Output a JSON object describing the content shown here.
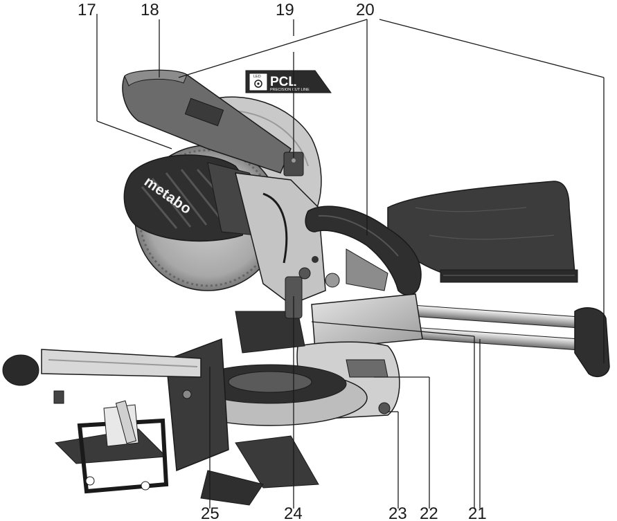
{
  "callouts": {
    "c17": "17",
    "c18": "18",
    "c19": "19",
    "c20": "20",
    "c21": "21",
    "c22": "22",
    "c23": "23",
    "c24": "24",
    "c25": "25"
  },
  "pcl_badge": {
    "led": "LED",
    "title": "PCL",
    "subtitle": "PRECISION CUT LINE"
  },
  "brand_logo": "metabo",
  "colors": {
    "outline": "#1a1a1a",
    "dark_plastic": "#3a3a3a",
    "mid_gray": "#8c8c8c",
    "light_metal": "#d2d2d2"
  }
}
